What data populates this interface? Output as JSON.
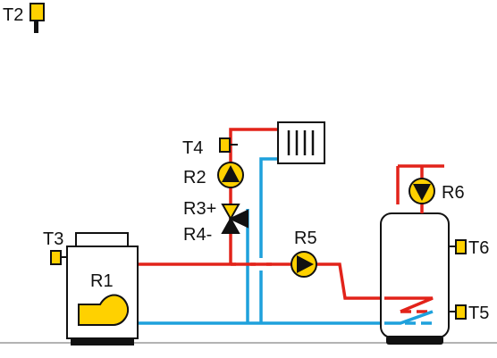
{
  "labels": {
    "t2": "T2",
    "t3": "T3",
    "t4": "T4",
    "t5": "T5",
    "t6": "T6",
    "r1": "R1",
    "r2": "R2",
    "r3": "R3+",
    "r4": "R4-",
    "r5": "R5",
    "r6": "R6"
  },
  "colors": {
    "hot_pipe": "#e2231a",
    "cold_pipe": "#1ea1dc",
    "component_fill": "#ffd100",
    "outline": "#111111",
    "tank_fill": "#ffffff",
    "floor_line": "#9a9a9a"
  }
}
